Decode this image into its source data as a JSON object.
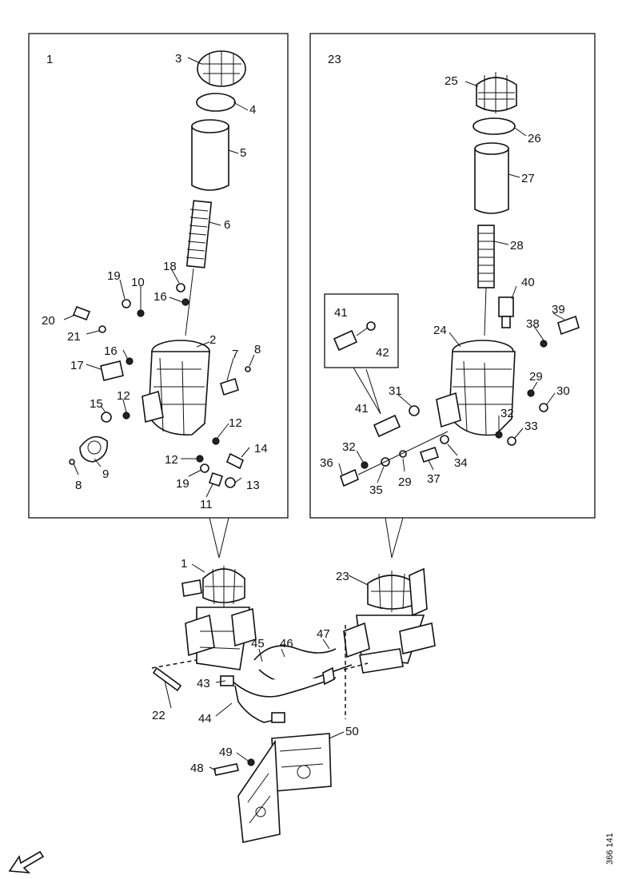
{
  "panels": [
    {
      "id": "left",
      "label": "1"
    },
    {
      "id": "right",
      "label": "23"
    }
  ],
  "inset_labels": [
    "41",
    "42"
  ],
  "callouts": {
    "left": [
      "3",
      "4",
      "5",
      "6",
      "18",
      "19",
      "10",
      "16",
      "20",
      "21",
      "2",
      "16",
      "7",
      "8",
      "17",
      "15",
      "12",
      "12",
      "14",
      "9",
      "8",
      "12",
      "19",
      "13",
      "11"
    ],
    "right": [
      "25",
      "26",
      "27",
      "28",
      "40",
      "39",
      "24",
      "38",
      "29",
      "30",
      "31",
      "41",
      "32",
      "33",
      "32",
      "36",
      "35",
      "29",
      "37",
      "34"
    ],
    "bottom": [
      "1",
      "23",
      "45",
      "46",
      "47",
      "43",
      "22",
      "44",
      "50",
      "49",
      "48"
    ]
  },
  "drawing_code": "366 141",
  "icons": {
    "orientation": "arrow-icon"
  }
}
